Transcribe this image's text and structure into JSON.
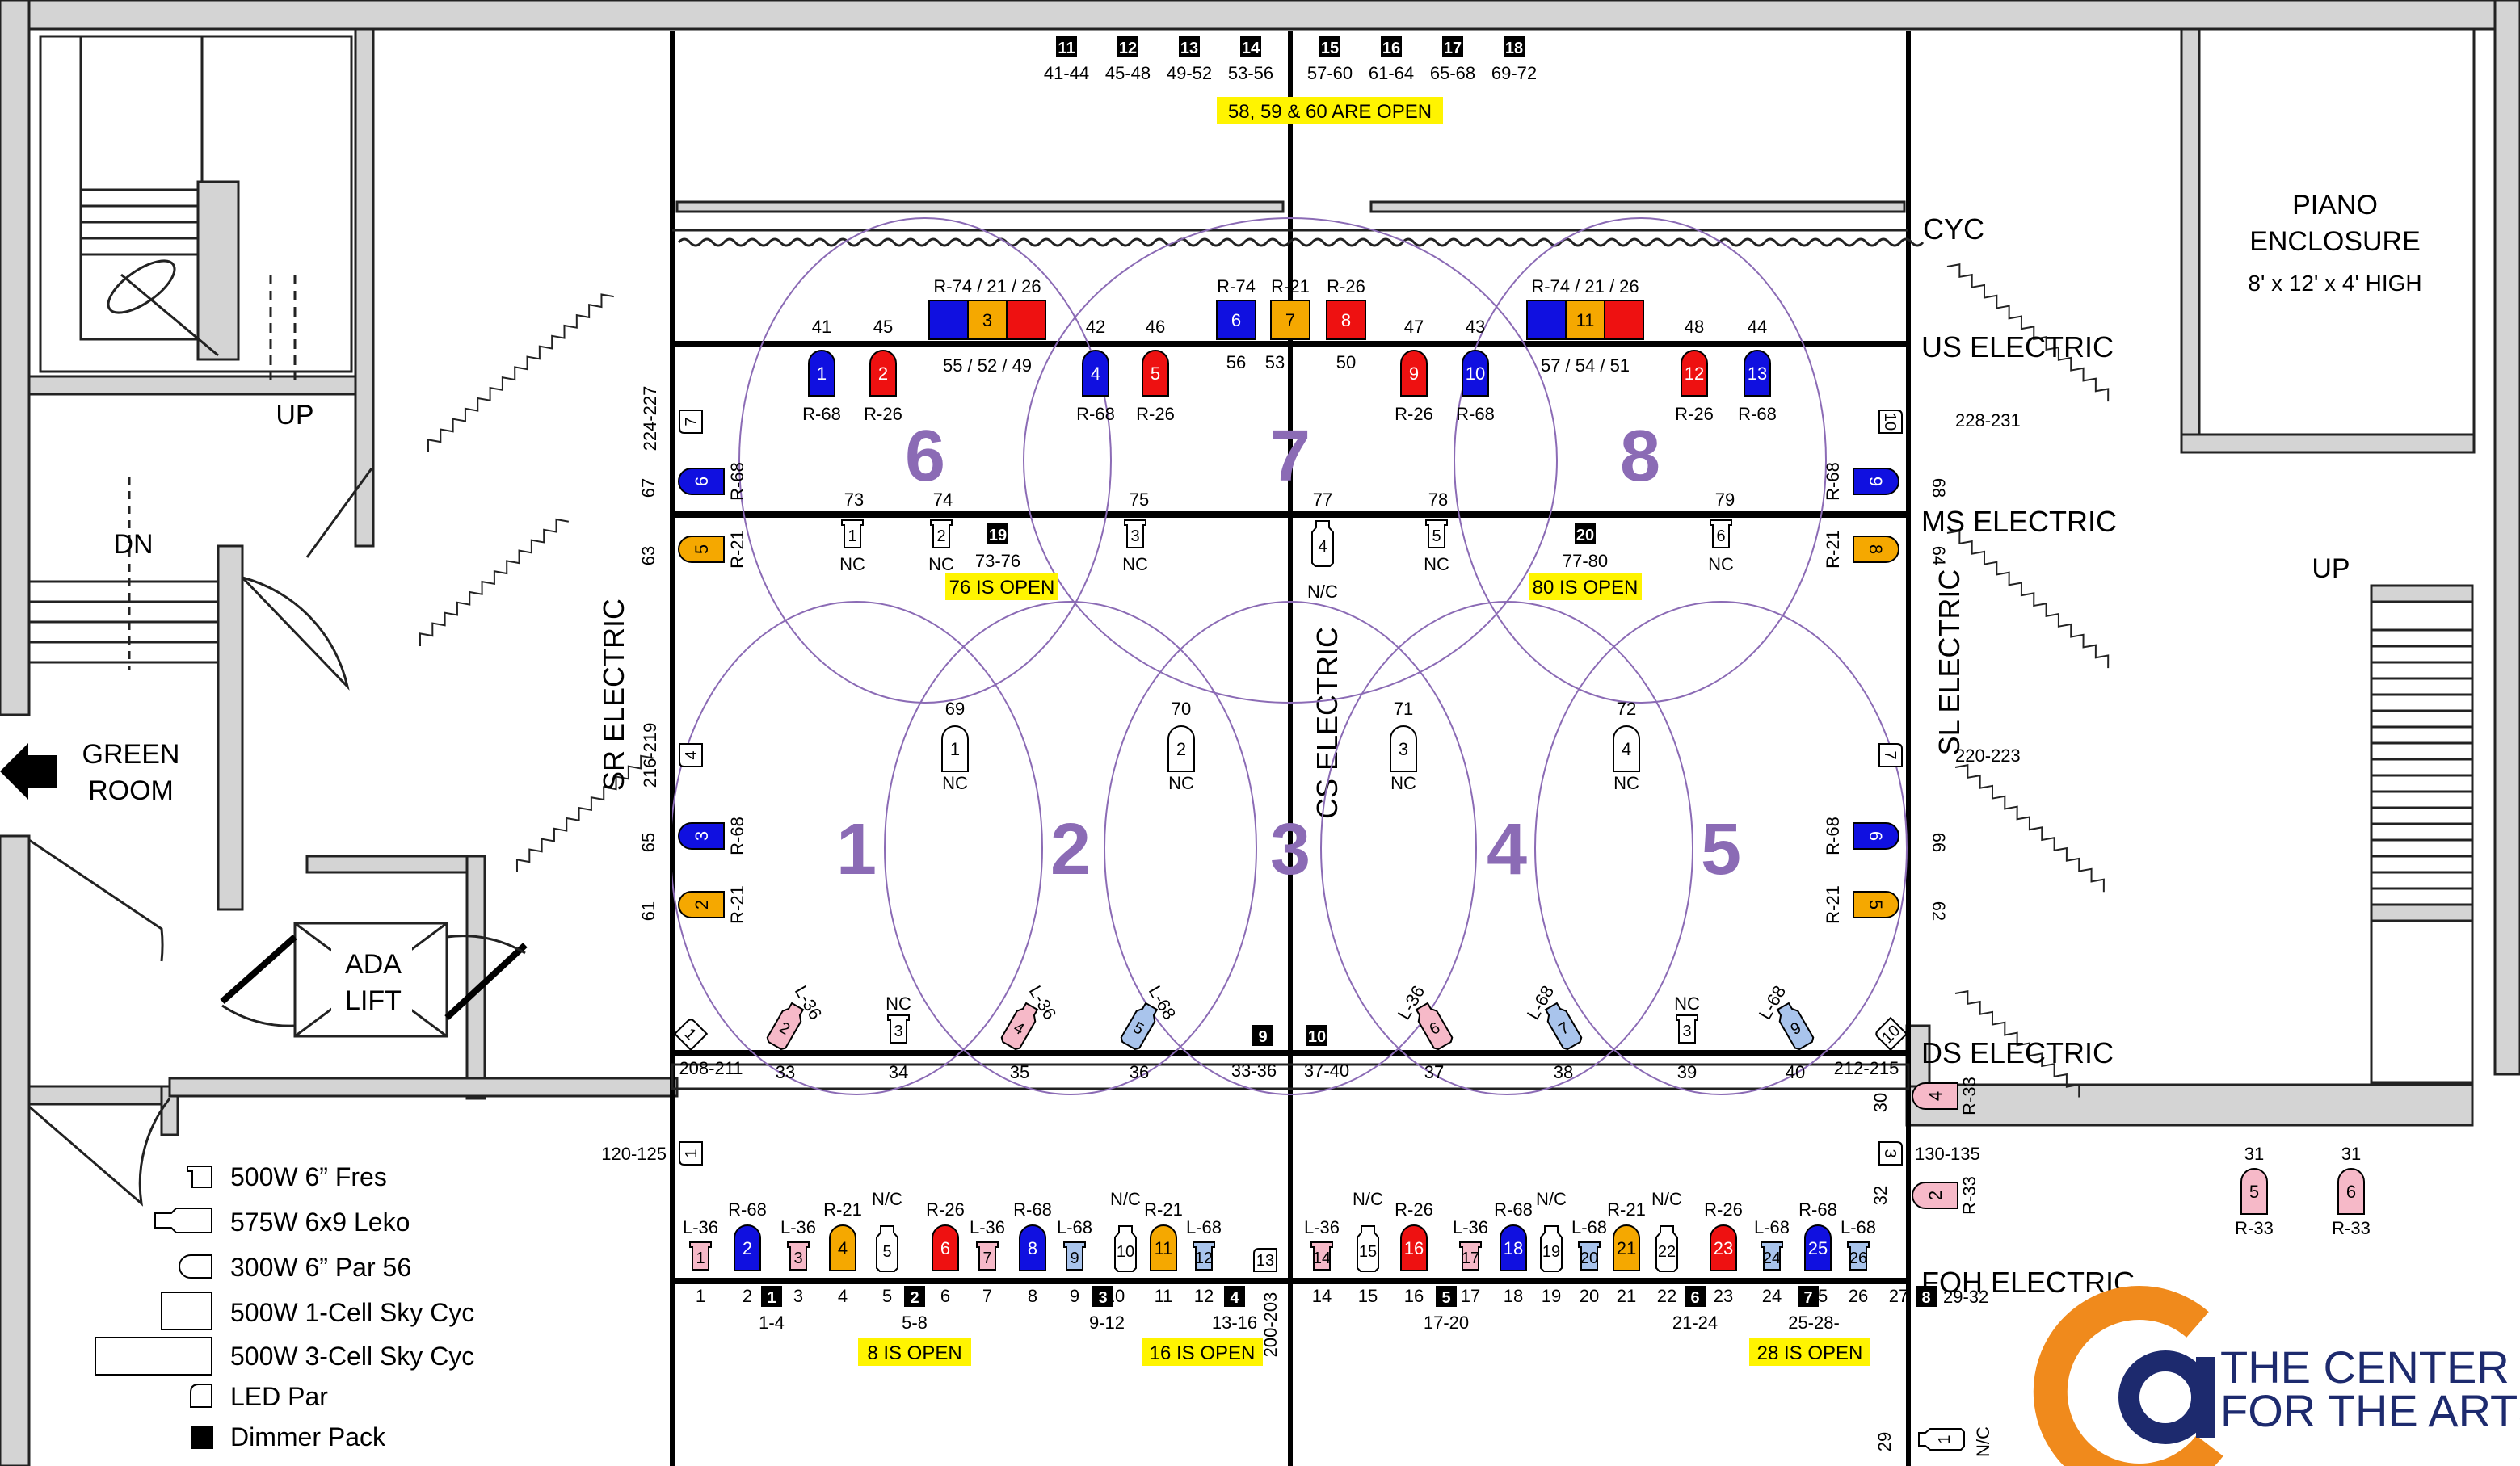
{
  "dimmer_packs_top": [
    {
      "num": "11",
      "range": "41-44"
    },
    {
      "num": "12",
      "range": "45-48"
    },
    {
      "num": "13",
      "range": "49-52"
    },
    {
      "num": "14",
      "range": "53-56"
    },
    {
      "num": "15",
      "range": "57-60"
    },
    {
      "num": "16",
      "range": "61-64"
    },
    {
      "num": "17",
      "range": "65-68"
    },
    {
      "num": "18",
      "range": "69-72"
    }
  ],
  "notes": {
    "top_open": "58, 59 & 60 ARE OPEN",
    "open_76": "76 IS OPEN",
    "open_80": "80 IS OPEN",
    "open_8": "8 IS OPEN",
    "open_16": "16 IS OPEN",
    "open_28": "28 IS OPEN"
  },
  "labels": {
    "cyc": "CYC",
    "us_electric": "US ELECTRIC",
    "ms_electric": "MS ELECTRIC",
    "ds_electric": "DS ELECTRIC",
    "foh_electric": "FOH ELECTRIC",
    "sr_electric": "SR ELECTRIC",
    "sl_electric": "SL ELECTRIC",
    "cs_electric": "CS ELECTRIC",
    "piano_line1": "PIANO",
    "piano_line2": "ENCLOSURE",
    "piano_dims": "8' x 12' x 4' HIGH",
    "up_left": "UP",
    "up_right": "UP",
    "dn": "DN",
    "green_line1": "GREEN",
    "green_line2": "ROOM",
    "ada_line1": "ADA",
    "ada_line2": "LIFT"
  },
  "areas": [
    "1",
    "2",
    "3",
    "4",
    "5",
    "6",
    "7",
    "8"
  ],
  "legend": [
    {
      "icon": "fresnel-icon",
      "label": "500W 6” Fres"
    },
    {
      "icon": "leko-icon",
      "label": "575W 6x9 Leko"
    },
    {
      "icon": "par-icon",
      "label": "300W 6” Par 56"
    },
    {
      "icon": "cyc1-icon",
      "label": "500W 1-Cell Sky Cyc"
    },
    {
      "icon": "cyc3-icon",
      "label": "500W 3-Cell Sky Cyc"
    },
    {
      "icon": "ledpar-icon",
      "label": "LED Par"
    },
    {
      "icon": "dimmer-pack-icon",
      "label": "Dimmer Pack"
    }
  ],
  "logo": {
    "line1": "THE CENTER",
    "line2": "FOR THE ARTS"
  },
  "colors": {
    "blue": "#1010e0",
    "red": "#ee1111",
    "amber": "#f5a800",
    "pink": "#f6b9c8",
    "light_blue": "#a9c4ec",
    "yellow": "#fff400",
    "purple": "#8b6bb5",
    "logo_orange": "#f08a1c",
    "logo_blue": "#1d2a6e",
    "wall_gray": "#d4d4d4"
  },
  "us_electric": {
    "cyc_groups": [
      {
        "label": "R-74 / 21 / 26",
        "chans": [
          "",
          "3",
          ""
        ],
        "circuits": "55 / 52 / 49"
      },
      {
        "label": "R-74 / 21 / 26",
        "chans": [
          "",
          "11",
          ""
        ],
        "circuits": "57 / 54 / 51"
      }
    ],
    "single_cycs": [
      {
        "gel": "R-74",
        "ch": "6",
        "circ": "56"
      },
      {
        "gel": "R-21",
        "ch": "7",
        "circ": "53"
      },
      {
        "gel": "R-26",
        "ch": "8",
        "circ": "50"
      }
    ],
    "pars": [
      {
        "circ": "41",
        "ch": "1",
        "gel": "R-68"
      },
      {
        "circ": "45",
        "ch": "2",
        "gel": "R-26"
      },
      {
        "circ": "42",
        "ch": "4",
        "gel": "R-68"
      },
      {
        "circ": "46",
        "ch": "5",
        "gel": "R-26"
      },
      {
        "circ": "47",
        "ch": "9",
        "gel": "R-26"
      },
      {
        "circ": "43",
        "ch": "10",
        "gel": "R-68"
      },
      {
        "circ": "48",
        "ch": "12",
        "gel": "R-26"
      },
      {
        "circ": "44",
        "ch": "13",
        "gel": "R-68"
      }
    ]
  },
  "ms_electric": {
    "fresnels": [
      {
        "circ": "73",
        "ch": "1",
        "note": "NC"
      },
      {
        "circ": "74",
        "ch": "2",
        "note": "NC"
      },
      {
        "circ": "75",
        "ch": "3",
        "note": "NC"
      },
      {
        "circ": "78",
        "ch": "5",
        "note": "NC"
      },
      {
        "circ": "79",
        "ch": "6",
        "note": "NC"
      }
    ],
    "leko_77": {
      "circ": "77",
      "ch": "4",
      "note": "N/C"
    },
    "dimmers": [
      {
        "num": "19",
        "range": "73-76"
      },
      {
        "num": "20",
        "range": "77-80"
      }
    ]
  },
  "mid_pars": [
    {
      "circ": "69",
      "ch": "1",
      "note": "NC"
    },
    {
      "circ": "70",
      "ch": "2",
      "note": "NC"
    },
    {
      "circ": "71",
      "ch": "3",
      "note": "NC"
    },
    {
      "circ": "72",
      "ch": "4",
      "note": "NC"
    }
  ],
  "sr_boom": {
    "range_top": "224-227",
    "ch_top": "7",
    "range_bottom": "216-219",
    "ch_bottom": "4",
    "units": [
      {
        "circ": "67",
        "ch": "6",
        "gel": "R-68"
      },
      {
        "circ": "63",
        "ch": "5",
        "gel": "R-21"
      },
      {
        "circ": "65",
        "ch": "3",
        "gel": "R-68"
      },
      {
        "circ": "61",
        "ch": "2",
        "gel": "R-21"
      }
    ]
  },
  "sl_boom": {
    "range_top": "228-231",
    "ch_top": "10",
    "range_bottom": "220-223",
    "ch_bottom": "7",
    "units": [
      {
        "circ": "68",
        "ch": "9",
        "gel": "R-68"
      },
      {
        "circ": "64",
        "ch": "8",
        "gel": "R-21"
      },
      {
        "circ": "66",
        "ch": "6",
        "gel": "R-68"
      },
      {
        "circ": "62",
        "ch": "5",
        "gel": "R-21"
      }
    ]
  },
  "ds_electric": {
    "left_led": {
      "ch": "1",
      "range": "208-211"
    },
    "right_led": {
      "ch": "10",
      "range": "212-215"
    },
    "units": [
      {
        "circ": "33",
        "ch": "2",
        "gel": "L-36"
      },
      {
        "circ": "34",
        "ch": "3",
        "gel": "NC"
      },
      {
        "circ": "35",
        "ch": "4",
        "gel": "L-36"
      },
      {
        "circ": "36",
        "ch": "5",
        "gel": "L-68"
      },
      {
        "circ": "37",
        "ch": "6",
        "gel": "L-36"
      },
      {
        "circ": "38",
        "ch": "7",
        "gel": "L-68"
      },
      {
        "circ": "39",
        "ch": "3",
        "gel": "NC"
      },
      {
        "circ": "40",
        "ch": "9",
        "gel": "L-68"
      }
    ],
    "dimmers": [
      {
        "num": "9",
        "range": "33-36"
      },
      {
        "num": "10",
        "range": "37-40"
      }
    ]
  },
  "house_right": {
    "par30": {
      "circ": "30",
      "ch": "4",
      "gel": "R-33"
    },
    "led_130": {
      "ch": "3",
      "range": "130-135"
    },
    "par32": {
      "circ": "32",
      "ch": "2",
      "gel": "R-33"
    },
    "leko29": {
      "circ": "29",
      "ch": "1",
      "note": "N/C"
    },
    "led_120": {
      "ch": "1",
      "range": "120-125"
    },
    "pars31": [
      {
        "circ": "31",
        "ch": "5",
        "gel": "R-33"
      },
      {
        "circ": "31",
        "ch": "6",
        "gel": "R-33"
      }
    ]
  },
  "foh": {
    "units": [
      {
        "circ": "1",
        "ch": "1",
        "gel": "L-36"
      },
      {
        "circ": "2",
        "ch": "2",
        "gel": "R-68"
      },
      {
        "circ": "3",
        "ch": "3",
        "gel": "L-36"
      },
      {
        "circ": "4",
        "ch": "4",
        "gel": "R-21"
      },
      {
        "circ": "5",
        "ch": "5",
        "gel": "N/C"
      },
      {
        "circ": "6",
        "ch": "6",
        "gel": "R-26"
      },
      {
        "circ": "7",
        "ch": "7",
        "gel": "L-36"
      },
      {
        "circ": "8",
        "ch": "8",
        "gel": "R-68"
      },
      {
        "circ": "9",
        "ch": "9",
        "gel": "L-68"
      },
      {
        "circ": "10",
        "ch": "10",
        "gel": "N/C"
      },
      {
        "circ": "11",
        "ch": "11",
        "gel": "R-21"
      },
      {
        "circ": "12",
        "ch": "12",
        "gel": "L-68"
      },
      {
        "circ": "14",
        "ch": "14",
        "gel": "L-36"
      },
      {
        "circ": "15",
        "ch": "15",
        "gel": "N/C"
      },
      {
        "circ": "16",
        "ch": "16",
        "gel": "R-26"
      },
      {
        "circ": "17",
        "ch": "17",
        "gel": "L-36"
      },
      {
        "circ": "18",
        "ch": "18",
        "gel": "R-68"
      },
      {
        "circ": "19",
        "ch": "19",
        "gel": "N/C"
      },
      {
        "circ": "20",
        "ch": "20",
        "gel": "L-68"
      },
      {
        "circ": "21",
        "ch": "21",
        "gel": "R-21"
      },
      {
        "circ": "22",
        "ch": "22",
        "gel": "N/C"
      },
      {
        "circ": "23",
        "ch": "23",
        "gel": "R-26"
      },
      {
        "circ": "24",
        "ch": "24",
        "gel": "L-68"
      },
      {
        "circ": "25",
        "ch": "25",
        "gel": "R-68"
      },
      {
        "circ": "26",
        "ch": "26",
        "gel": "L-68"
      },
      {
        "circ": "27",
        "ch": "",
        "gel": ""
      }
    ],
    "led13": {
      "ch": "13",
      "range": "200-203",
      "circ": "13"
    },
    "dimmers": [
      {
        "num": "1",
        "range": "1-4"
      },
      {
        "num": "2",
        "range": "5-8"
      },
      {
        "num": "3",
        "range": "9-12"
      },
      {
        "num": "4",
        "range": "13-16"
      },
      {
        "num": "5",
        "range": "17-20"
      },
      {
        "num": "6",
        "range": "21-24"
      },
      {
        "num": "7",
        "range": "25-28-"
      },
      {
        "num": "8",
        "range": "29-32"
      }
    ]
  }
}
